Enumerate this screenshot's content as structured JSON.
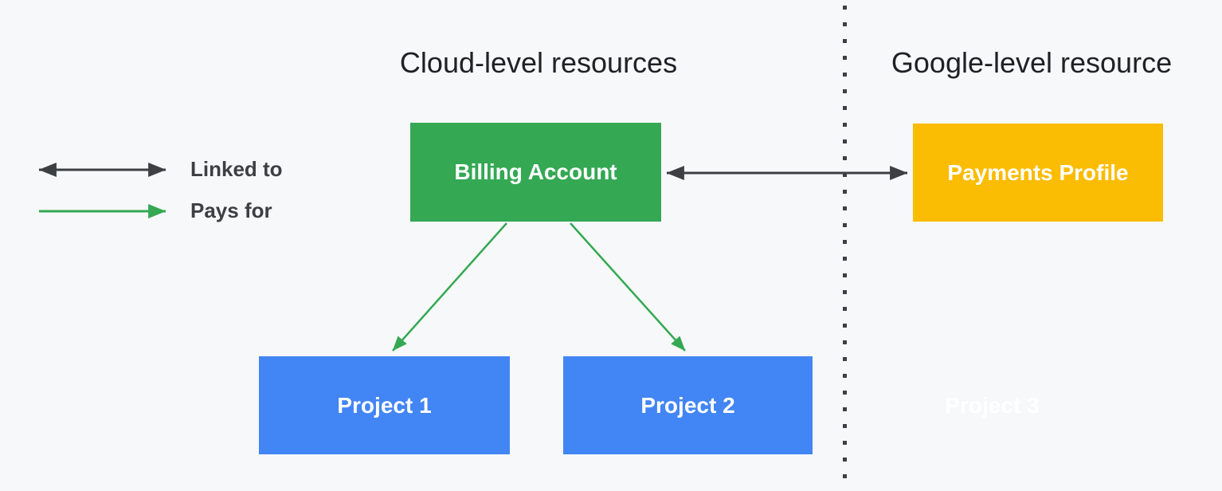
{
  "titles": {
    "left": "Cloud-level resources",
    "right": "Google-level resource"
  },
  "legend": {
    "items": [
      {
        "icon": "double-headed-arrow",
        "label": "Linked to",
        "color": "#3C4043"
      },
      {
        "icon": "right-arrow",
        "label": "Pays for",
        "color": "#34A853"
      }
    ]
  },
  "nodes": {
    "billing_account": {
      "label": "Billing Account",
      "color": "#34A853"
    },
    "payments_profile": {
      "label": "Payments Profile",
      "color": "#FBBC04"
    },
    "project_1": {
      "label": "Project 1",
      "color": "#4285F4"
    },
    "project_2": {
      "label": "Project 2",
      "color": "#4285F4"
    },
    "project_3": {
      "label": "Project 3",
      "color": "#FFFFFF"
    }
  },
  "connectors": [
    {
      "from": "billing_account",
      "to": "payments_profile",
      "type": "linked-to",
      "style": "double-headed-arrow"
    },
    {
      "from": "billing_account",
      "to": "project_1",
      "type": "pays-for",
      "style": "arrow"
    },
    {
      "from": "billing_account",
      "to": "project_2",
      "type": "pays-for",
      "style": "arrow"
    }
  ],
  "colors": {
    "bg": "#F7F8F9",
    "green": "#34A853",
    "blue": "#4285F4",
    "yellow": "#FBBC04",
    "dark": "#3C4043",
    "title": "#202124",
    "white": "#FFFFFF"
  }
}
